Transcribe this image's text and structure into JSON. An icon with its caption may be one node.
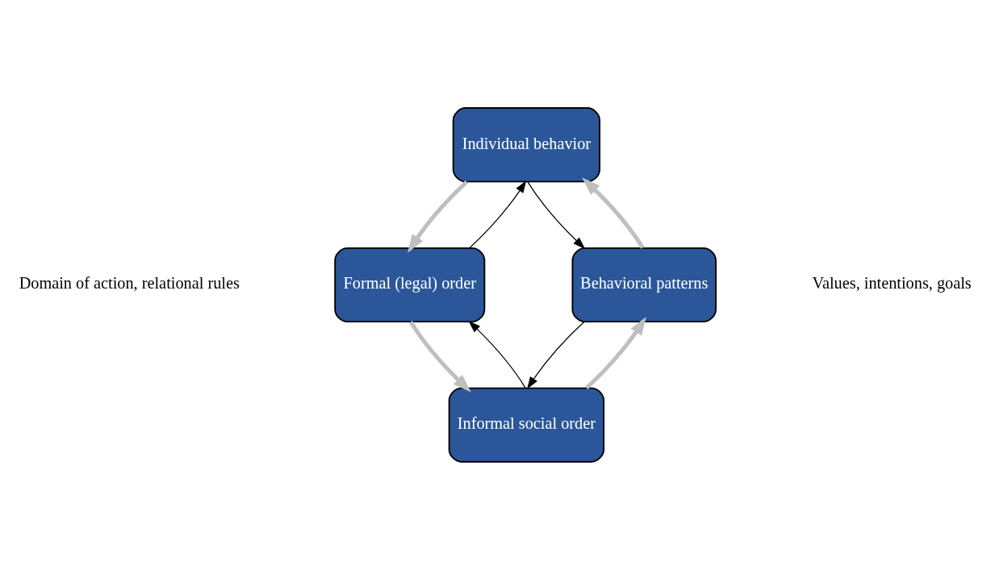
{
  "diagram": {
    "nodes": [
      {
        "text": [
          "Individual behavior"
        ]
      },
      {
        "text": [
          "Behavioral patterns"
        ]
      },
      {
        "text": [
          "Informal social order"
        ]
      },
      {
        "text": [
          "Formal (legal) order"
        ]
      }
    ],
    "edges": [
      {
        "from": 0,
        "to": 1,
        "arrow": "to"
      },
      {
        "from": 1,
        "to": 2,
        "arrow": "to"
      },
      {
        "from": 2,
        "to": 3,
        "arrow": "to"
      },
      {
        "from": 3,
        "to": 0,
        "arrow": "to"
      },
      {
        "from": 1,
        "to": 0,
        "arrow": "to",
        "style": "thick",
        "color": "#bfbfbf"
      },
      {
        "from": 0,
        "to": 3,
        "arrow": "to",
        "style": "thick",
        "color": "#bfbfbf"
      },
      {
        "from": 3,
        "to": 2,
        "arrow": "to",
        "style": "thick",
        "color": "#bfbfbf"
      },
      {
        "from": 2,
        "to": 1,
        "arrow": "to",
        "style": "thick",
        "color": "#bfbfbf"
      }
    ],
    "labels": [
      "Domain of action, relational rules",
      "Values, intentions, goals"
    ]
  }
}
